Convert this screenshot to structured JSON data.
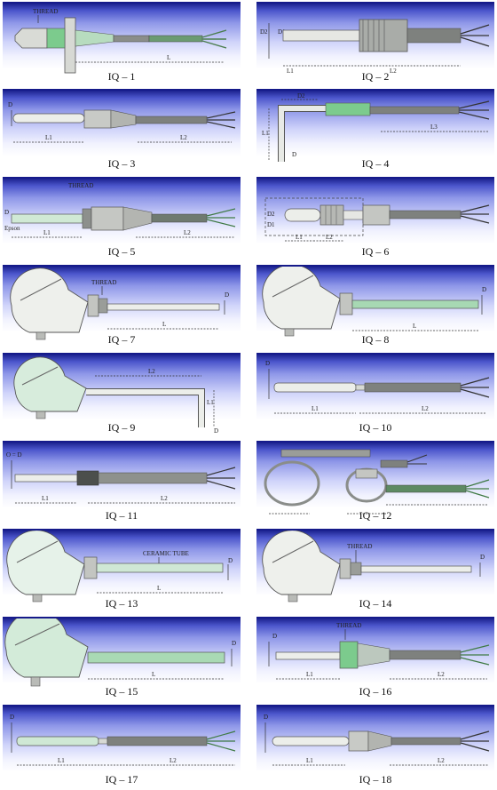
{
  "colors": {
    "banner_dark": "#1c2390",
    "sheath": "#e4e6e2",
    "green": "#7ccb8d",
    "cable": "#7e817e"
  },
  "tiles": [
    {
      "caption": "IQ – 1",
      "labels": {
        "thread": "THREAD",
        "l": "L"
      }
    },
    {
      "caption": "IQ – 2",
      "labels": {
        "d2": "D2",
        "d1": "D1",
        "l1": "L1",
        "l2": "L2"
      }
    },
    {
      "caption": "IQ – 3",
      "labels": {
        "d": "D",
        "l1": "L1",
        "l2": "L2"
      }
    },
    {
      "caption": "IQ – 4",
      "labels": {
        "d2": "D2",
        "l1": "L1",
        "l3": "L3",
        "d": "D"
      }
    },
    {
      "caption": "IQ – 5",
      "labels": {
        "thread": "THREAD",
        "d": "D",
        "epson": "Epson",
        "l1": "L1",
        "l2": "L2"
      }
    },
    {
      "caption": "IQ – 6",
      "labels": {
        "d2": "D2",
        "d1": "D1",
        "l1": "L1",
        "l2": "L2"
      }
    },
    {
      "caption": "IQ – 7",
      "labels": {
        "thread": "THREAD",
        "d": "D",
        "l": "L"
      }
    },
    {
      "caption": "IQ – 8",
      "labels": {
        "d": "D",
        "l": "L"
      }
    },
    {
      "caption": "IQ – 9",
      "labels": {
        "l2": "L2",
        "l1": "L1",
        "d": "D"
      }
    },
    {
      "caption": "IQ – 10",
      "labels": {
        "d": "D",
        "l1": "L1",
        "l2": "L2"
      }
    },
    {
      "caption": "IQ – 11",
      "labels": {
        "od": "O = D",
        "l1": "L1",
        "l2": "L2"
      }
    },
    {
      "caption": "IQ – 12",
      "labels": {}
    },
    {
      "caption": "IQ – 13",
      "labels": {
        "ceramic": "CERAMIC TUBE",
        "d": "D",
        "l": "L"
      }
    },
    {
      "caption": "IQ – 14",
      "labels": {
        "thread": "THREAD",
        "d": "D"
      }
    },
    {
      "caption": "IQ – 15",
      "labels": {
        "d": "D",
        "l": "L"
      }
    },
    {
      "caption": "IQ – 16",
      "labels": {
        "thread": "THREAD",
        "d": "D",
        "l1": "L1",
        "l2": "L2"
      }
    },
    {
      "caption": "IQ – 17",
      "labels": {
        "d": "D",
        "l1": "L1",
        "l2": "L2"
      }
    },
    {
      "caption": "IQ – 18",
      "labels": {
        "d": "D",
        "l1": "L1",
        "l2": "L2"
      }
    }
  ]
}
